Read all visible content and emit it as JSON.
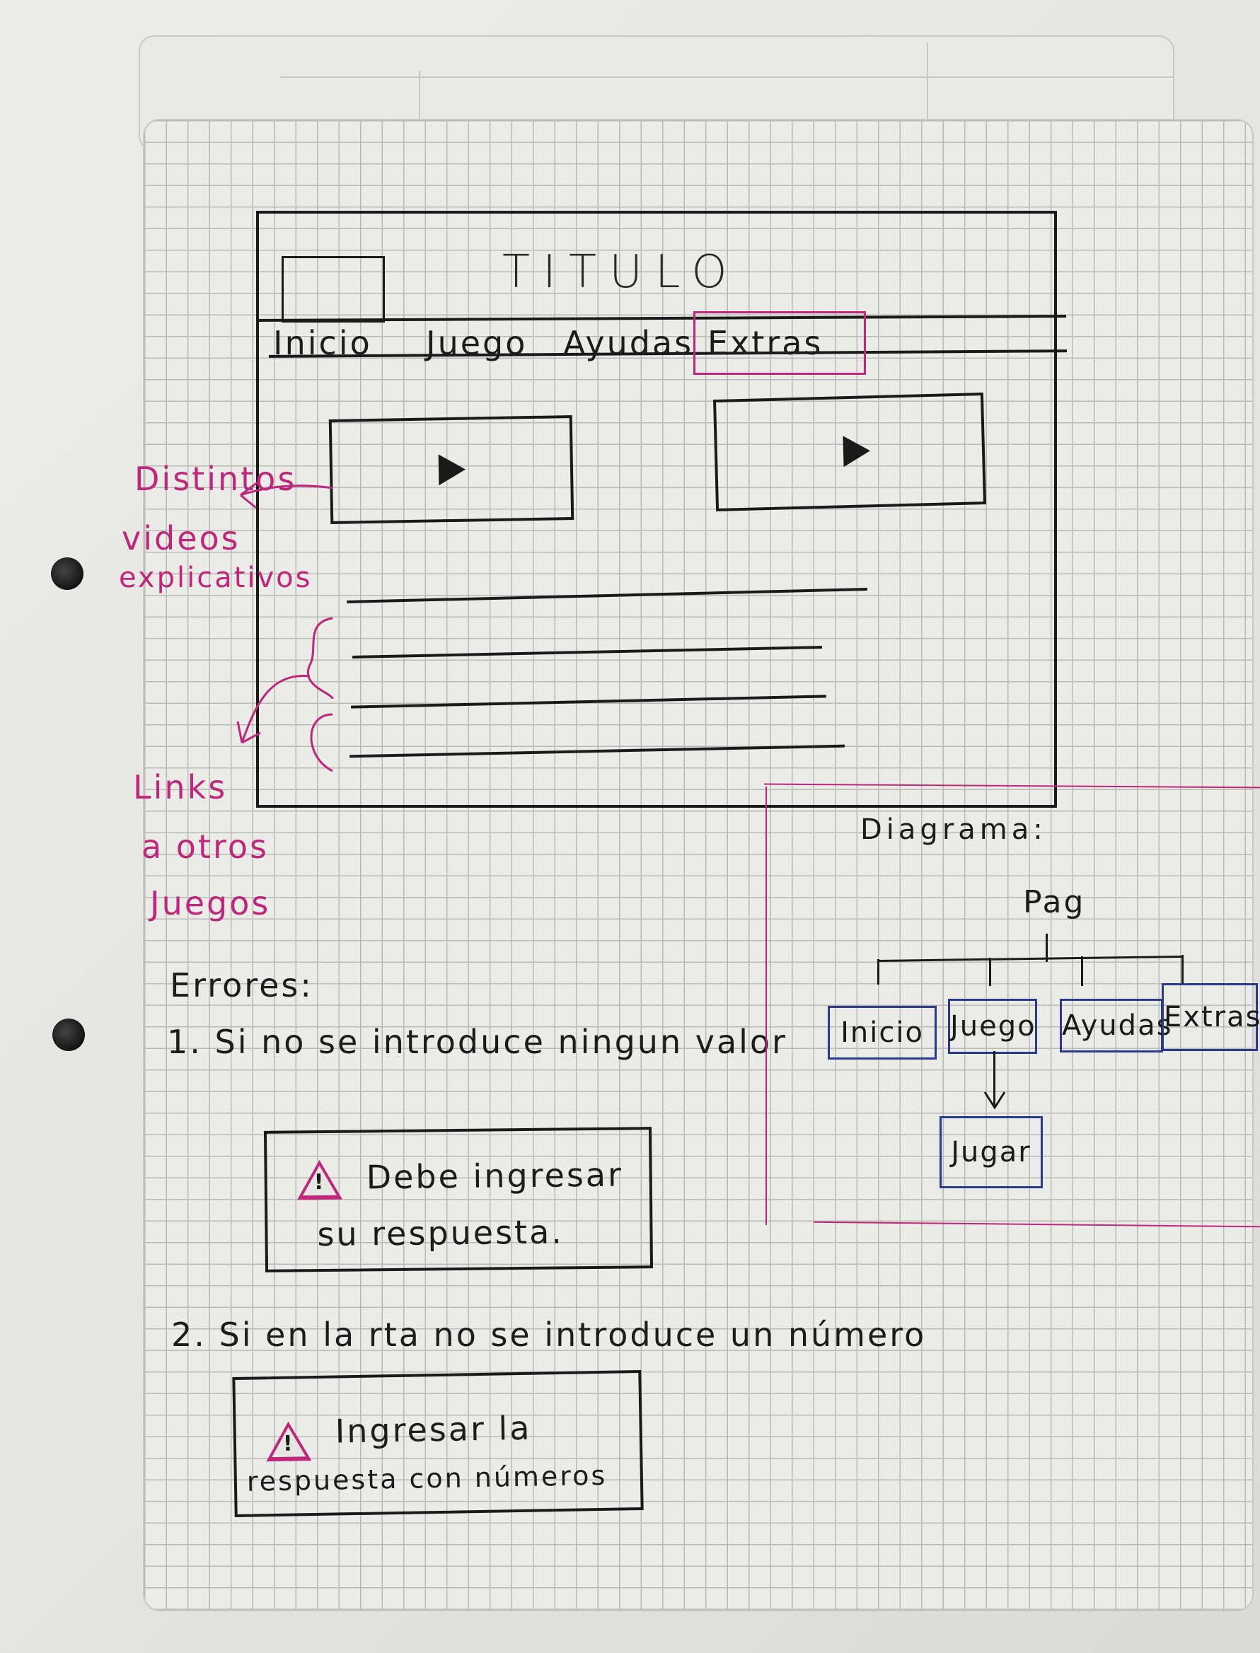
{
  "wireframe": {
    "title": "TITULO",
    "nav": [
      "Inicio",
      "Juego",
      "Ayudas",
      "Extras"
    ]
  },
  "annotations": {
    "videos": [
      "Distintos",
      "videos",
      "explicativos"
    ],
    "links": [
      "Links",
      "a otros",
      "Juegos"
    ]
  },
  "errors": {
    "heading": "Errores:",
    "items": [
      {
        "condition": "1. Si no se introduce ningun valor",
        "message_lines": [
          "Debe ingresar",
          "su respuesta."
        ]
      },
      {
        "condition": "2. Si en la rta no se introduce un número",
        "message_lines": [
          "Ingresar la",
          "respuesta con números"
        ]
      }
    ]
  },
  "diagram": {
    "label": "Diagrama:",
    "root": "Pag",
    "children": [
      "Inicio",
      "Juego",
      "Ayudas",
      "Extras"
    ],
    "sub_of_juego": "Jugar"
  },
  "colors": {
    "ink": "#1a1a1a",
    "highlight": "#c0267a",
    "diagram_box": "#2b3a8c"
  }
}
